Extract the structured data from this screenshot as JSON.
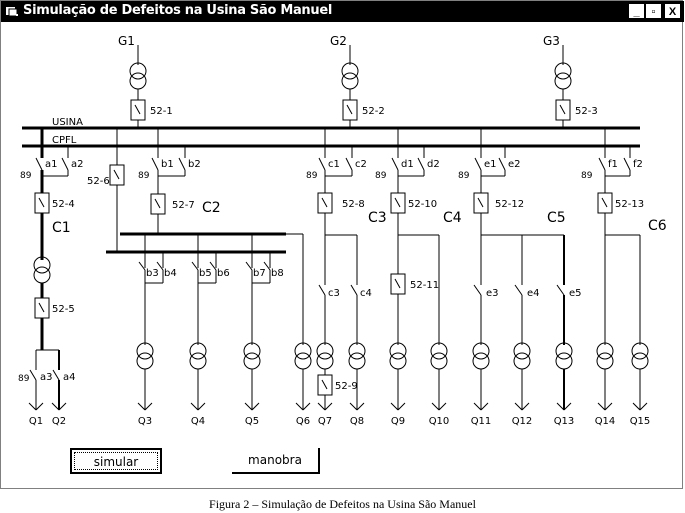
{
  "window": {
    "title": "Simulação de Defeitos na Usina São Manuel",
    "controls": {
      "minimize": "_",
      "maximize": "▫",
      "close": "X"
    }
  },
  "diagram": {
    "bus_labels": {
      "usina": "USINA",
      "cpfl": "CPFL"
    },
    "generators": [
      {
        "label": "G1",
        "breaker": "52-1"
      },
      {
        "label": "G2",
        "breaker": "52-2"
      },
      {
        "label": "G3",
        "breaker": "52-3"
      }
    ],
    "circuits": [
      "C1",
      "C2",
      "C3",
      "C4",
      "C5",
      "C6"
    ],
    "isolator_label": "89",
    "switches": {
      "a1": "a1",
      "a2": "a2",
      "a3": "a3",
      "a4": "a4",
      "b1": "b1",
      "b2": "b2",
      "b3": "b3",
      "b4": "b4",
      "b5": "b5",
      "b6": "b6",
      "b7": "b7",
      "b8": "b8",
      "c1": "c1",
      "c2": "c2",
      "c3": "c3",
      "c4": "c4",
      "d1": "d1",
      "d2": "d2",
      "e1": "e1",
      "e2": "e2",
      "e3": "e3",
      "e4": "e4",
      "e5": "e5",
      "f1": "f1",
      "f2": "f2"
    },
    "breakers": {
      "b4": "52-4",
      "b5": "52-5",
      "b6": "52-6",
      "b7": "52-7",
      "b8": "52-8",
      "b9": "52-9",
      "b10": "52-10",
      "b11": "52-11",
      "b12": "52-12",
      "b13": "52-13"
    },
    "loads": [
      "Q1",
      "Q2",
      "Q3",
      "Q4",
      "Q5",
      "Q6",
      "Q7",
      "Q8",
      "Q9",
      "Q10",
      "Q11",
      "Q12",
      "Q13",
      "Q14",
      "Q15"
    ]
  },
  "buttons": {
    "simular": "simular",
    "manobra": "manobra"
  },
  "caption": "Figura 2 – Simulação de Defeitos na Usina São Manuel"
}
